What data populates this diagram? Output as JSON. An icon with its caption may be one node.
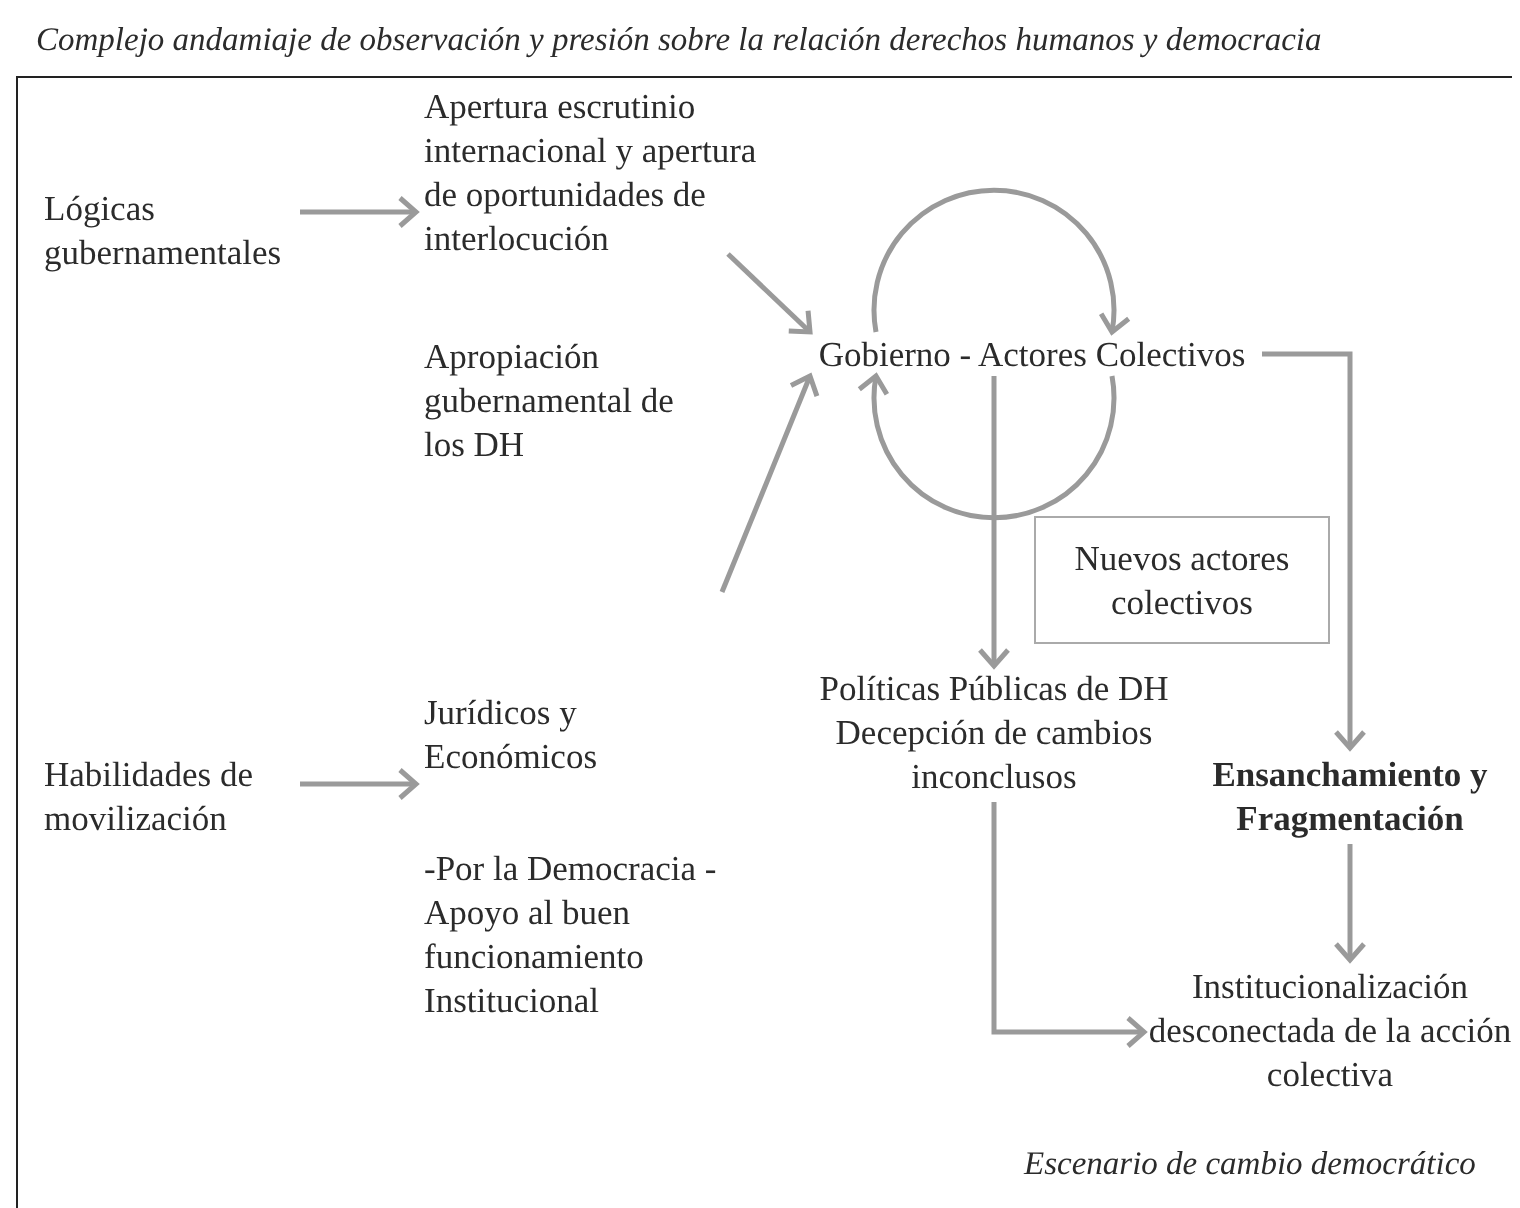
{
  "diagram": {
    "title": "Complejo andamiaje de observación y presión sobre la relación derechos humanos y democracia",
    "nodes": [
      {
        "text": [
          "Lógicas gubernamentales"
        ]
      },
      {
        "text": [
          "Apertura escrutinio internacional y apertura de oportunidades de interlocución"
        ]
      },
      {
        "text": [
          "Apropiación gubernamental de los DH"
        ]
      },
      {
        "text": [
          "Gobierno - Actores Colectivos"
        ]
      },
      {
        "text": [
          "Nuevos actores colectivos"
        ]
      },
      {
        "text": [
          "Políticas Públicas de DH Decepción de cambios inconclusos"
        ]
      },
      {
        "text": [
          "Ensanchamiento y Fragmentación"
        ]
      },
      {
        "text": [
          "Institucionalización desconectada de la acción colectiva"
        ]
      },
      {
        "text": [
          "Habilidades de movilización"
        ]
      },
      {
        "text": [
          "Jurídicos y Económicos"
        ]
      },
      {
        "text": [
          "-Por la Democracia - Apoyo al buen funcionamiento Institucional"
        ]
      }
    ],
    "edges": [
      {
        "from": 0,
        "to": 1,
        "arrow": "to"
      },
      {
        "from": 1,
        "to": 3,
        "arrow": "to"
      },
      {
        "from": null,
        "to": 3,
        "arrow": "to"
      },
      {
        "from": 3,
        "to": 3,
        "arrow": "to"
      },
      {
        "from": 3,
        "to": 3,
        "arrow": "to"
      },
      {
        "from": 3,
        "to": 5,
        "arrow": "to"
      },
      {
        "from": 3,
        "to": 6,
        "arrow": "to"
      },
      {
        "from": 6,
        "to": 7,
        "arrow": "to"
      },
      {
        "from": 5,
        "to": 7,
        "arrow": "to"
      },
      {
        "from": 8,
        "to": 9,
        "arrow": "to"
      }
    ],
    "labels": [
      "Escenario de cambio democrático"
    ]
  }
}
